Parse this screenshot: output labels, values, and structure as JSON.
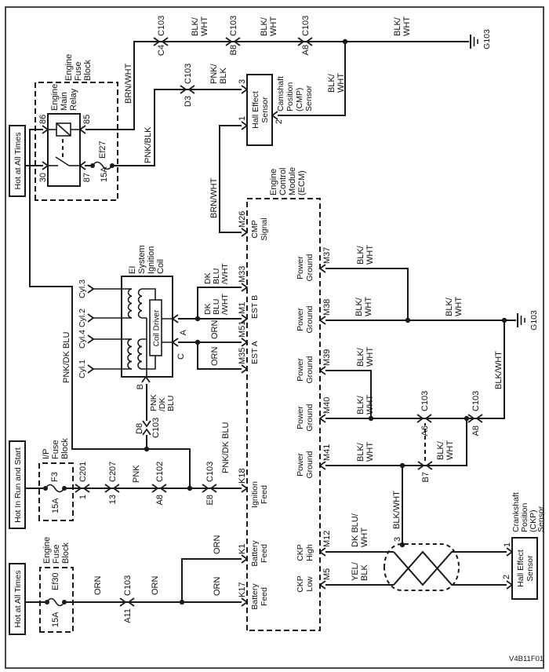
{
  "figure_code": "V4B11F01",
  "feeds": {
    "hot1": "Hot at All Times",
    "hot2": "Hot In Run and Start",
    "hot3": "Hot at All Times"
  },
  "relay": {
    "name": [
      "Engine",
      "Main",
      "Relay"
    ],
    "p86": "86",
    "p85": "85",
    "p30": "30",
    "p87": "87"
  },
  "fuse_blocks": {
    "efb1": [
      "Engine",
      "Fuse",
      "Block"
    ],
    "ipfb": [
      "I/P",
      "Fuse",
      "Block"
    ],
    "efb2": [
      "Engine",
      "Fuse",
      "Block"
    ]
  },
  "fuses": {
    "ef27": "Ef27",
    "ef27_rating": "15A",
    "f3": "F3",
    "f3_rating": "15A",
    "ef30": "Ef30",
    "ef30_rating": "15A"
  },
  "ecm": {
    "name": [
      "Engine",
      "Control",
      "Module",
      "(ECM)"
    ],
    "pins_top": [
      {
        "pin": "K17",
        "fn": [
          "Battery",
          "Feed"
        ]
      },
      {
        "pin": "K1",
        "fn": [
          "Battery",
          "Feed"
        ]
      },
      {
        "pin": "K18",
        "fn": [
          "Ignition",
          "Feed"
        ]
      },
      {
        "pin": "M35",
        "fn": [
          "EST A"
        ]
      },
      {
        "pin": "M51",
        "fn": []
      },
      {
        "pin": "M1",
        "fn": [
          "EST B"
        ]
      },
      {
        "pin": "M33",
        "fn": []
      },
      {
        "pin": "M26",
        "fn": [
          "CMP",
          "Signal"
        ]
      }
    ],
    "pins_bottom": [
      {
        "pin": "M5",
        "fn": [
          "CKP",
          "Low"
        ]
      },
      {
        "pin": "M12",
        "fn": [
          "CKP",
          "High"
        ]
      },
      {
        "pin": "M41",
        "fn": [
          "Power",
          "Ground"
        ]
      },
      {
        "pin": "M40",
        "fn": [
          "Power",
          "Ground"
        ]
      },
      {
        "pin": "M39",
        "fn": [
          "Power",
          "Ground"
        ]
      },
      {
        "pin": "M38",
        "fn": [
          "Power",
          "Ground"
        ]
      },
      {
        "pin": "M37",
        "fn": [
          "Power",
          "Ground"
        ]
      }
    ]
  },
  "coil": {
    "name": [
      "EI",
      "System",
      "Ignition",
      "Coil"
    ],
    "driver": "Coil Driver",
    "a": "A",
    "b": "B",
    "c": "C",
    "cyls": [
      "Cyl.1",
      "Cyl.4",
      "Cyl.2",
      "Cyl.3"
    ]
  },
  "cmp": {
    "box": [
      "Hall Effect",
      "Sensor"
    ],
    "name": [
      "Camshaft",
      "Position",
      "(CMP)",
      "Sensor"
    ],
    "p3": "3",
    "p1": "1",
    "p2": "2"
  },
  "ckp": {
    "box": [
      "Hall Effect",
      "Sensor"
    ],
    "name": [
      "Crankshaft",
      "Position",
      "(CKP)",
      "Sensor"
    ],
    "p1": "1",
    "p2": "2"
  },
  "connectors": {
    "c4": {
      "cav": "C4",
      "name": "C103"
    },
    "b8": {
      "cav": "B8",
      "name": "C103"
    },
    "a8t": {
      "cav": "A8",
      "name": "C103"
    },
    "d3": {
      "cav": "D3",
      "name": "C103"
    },
    "d8": {
      "cav": "D8",
      "name": "C103"
    },
    "c201": {
      "cav": "1",
      "name": "C201"
    },
    "c207": {
      "cav": "13",
      "name": "C207"
    },
    "c102": {
      "cav": "A8",
      "name": "C102"
    },
    "e8": {
      "cav": "E8",
      "name": "C103"
    },
    "a11": {
      "cav": "A11",
      "name": "C103"
    },
    "a6": {
      "cav": "A6",
      "name": "C103"
    },
    "a8b": {
      "cav": "A8",
      "name": "C103"
    },
    "b7": {
      "cav": "B7"
    }
  },
  "grounds": {
    "g1": "G103",
    "g2": "G103"
  },
  "wires": {
    "brn_wht": "BRN/WHT",
    "blk_wht_2l": [
      "BLK/",
      "WHT"
    ],
    "blk_wht_1l": "BLK/WHT",
    "pnk_blk_1l": "PNK/BLK",
    "pnk_blk_2l": [
      "PNK/",
      "BLK"
    ],
    "pnk_dk_blu": "PNK/DK BLU",
    "pnk_dk_blu_3l": [
      "PNK",
      "/DK",
      "BLU"
    ],
    "pnk": "PNK",
    "orn": "ORN",
    "dk_blu_wht_3l": [
      "DK",
      "BLU",
      "/WHT"
    ],
    "dk_blu_wht_2l": [
      "DK BLU/",
      "WHT"
    ],
    "yel_blk_2l": [
      "YEL/",
      "BLK"
    ],
    "shield_pin": "3"
  }
}
